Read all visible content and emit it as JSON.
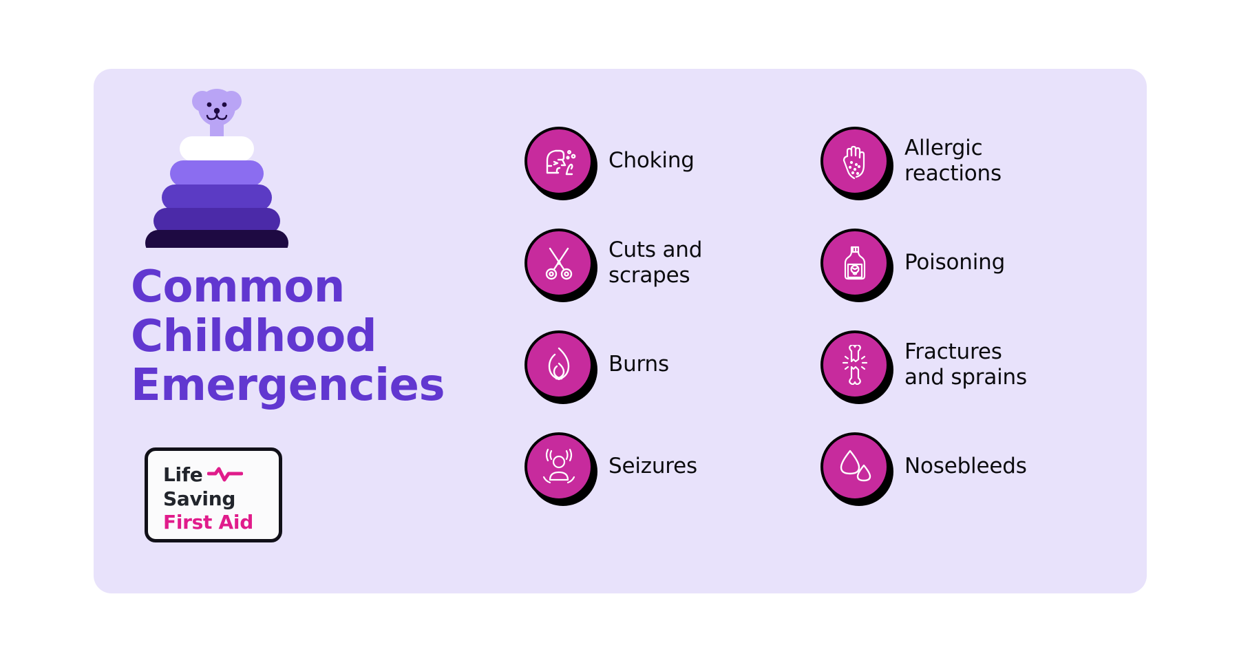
{
  "card": {
    "background_color": "#E8E2FB"
  },
  "left": {
    "title": "Common\nChildhood\nEmergencies",
    "title_color": "#6137D0",
    "toy": {
      "icon": "stacking-ring-toy-with-bear",
      "bear_color": "#B9A4F5",
      "ring_colors": [
        "#FFFFFF",
        "#8B6DF0",
        "#5B3BC4",
        "#4B2AA8",
        "#1E0A42"
      ]
    },
    "logo": {
      "line1": "Life",
      "line2": "Saving",
      "line3": "First Aid",
      "pulse_icon": "heartbeat-pulse-icon",
      "dark_color": "#22252C",
      "accent_color": "#E01C8B"
    }
  },
  "items": [
    {
      "label": "Choking",
      "icon": "choking-person-icon"
    },
    {
      "label": "Allergic\nreactions",
      "icon": "hand-with-rash-icon"
    },
    {
      "label": "Cuts and\nscrapes",
      "icon": "scissors-icon"
    },
    {
      "label": "Poisoning",
      "icon": "poison-bottle-skull-icon"
    },
    {
      "label": "Burns",
      "icon": "flame-icon"
    },
    {
      "label": "Fractures\nand sprains",
      "icon": "broken-bone-icon"
    },
    {
      "label": "Seizures",
      "icon": "seizure-person-waves-icon"
    },
    {
      "label": "Nosebleeds",
      "icon": "blood-drops-icon"
    }
  ],
  "colors": {
    "badge_fill": "#C72B9D",
    "badge_outline": "#000000",
    "label_text": "#0B0B0E"
  }
}
